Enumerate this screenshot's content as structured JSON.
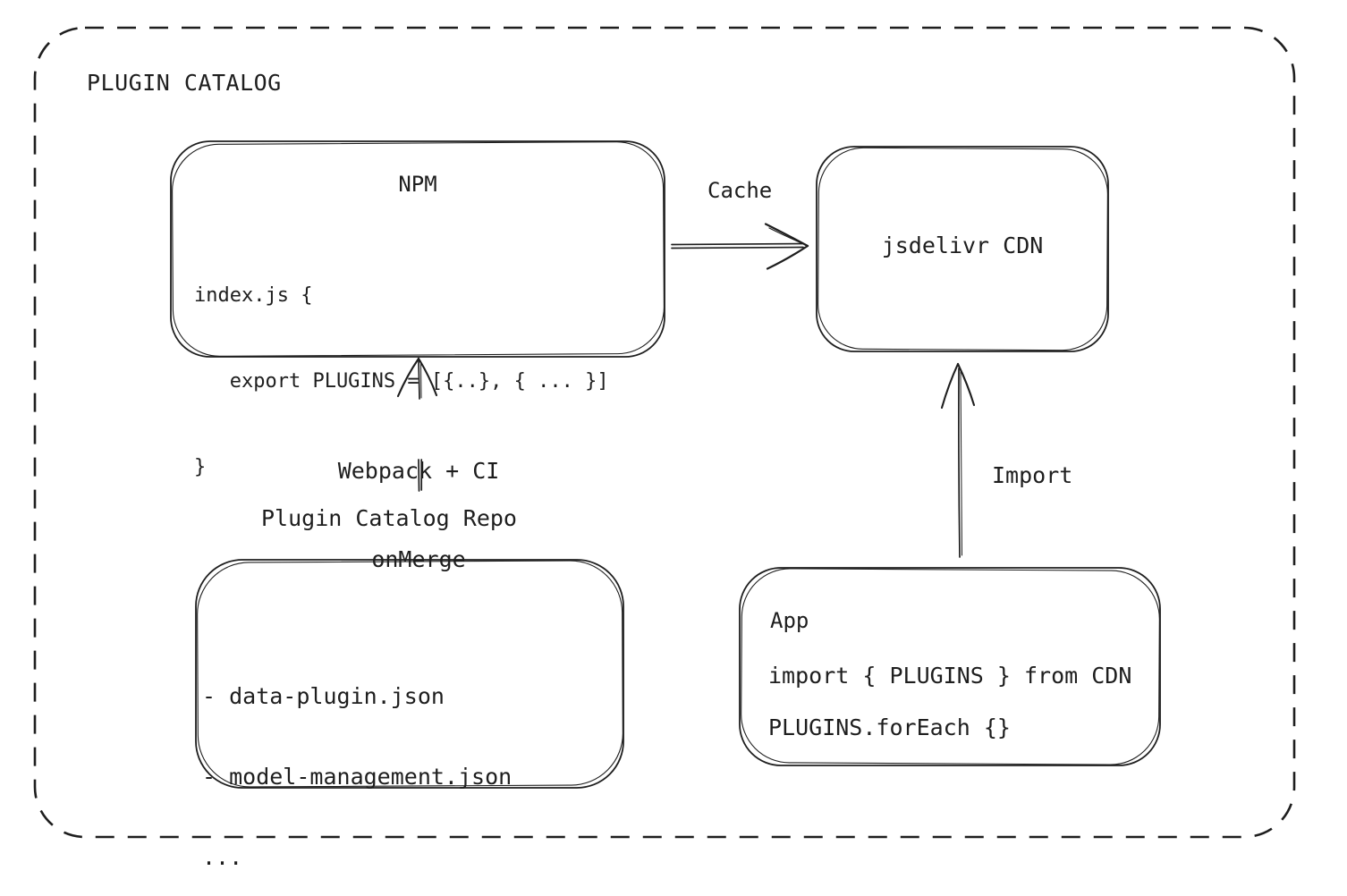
{
  "colors": {
    "stroke": "#1e1e1e",
    "background": "#ffffff"
  },
  "container": {
    "title": "PLUGIN CATALOG"
  },
  "nodes": {
    "npm": {
      "title": "NPM",
      "code_lines": [
        "index.js {",
        "   export PLUGINS = [{..}, { ... }]",
        "}"
      ]
    },
    "cdn": {
      "title": "jsdelivr CDN"
    },
    "repo": {
      "label": "Plugin Catalog Repo",
      "file_lines": [
        "- data-plugin.json",
        "- model-management.json",
        "..."
      ]
    },
    "app": {
      "title": "App",
      "code_lines": [
        "import { PLUGINS } from CDN",
        "PLUGINS.forEach {}"
      ]
    }
  },
  "edges": {
    "cache": {
      "label": "Cache"
    },
    "build": {
      "label_lines": [
        "Webpack + CI",
        "onMerge"
      ]
    },
    "import": {
      "label": "Import"
    }
  }
}
